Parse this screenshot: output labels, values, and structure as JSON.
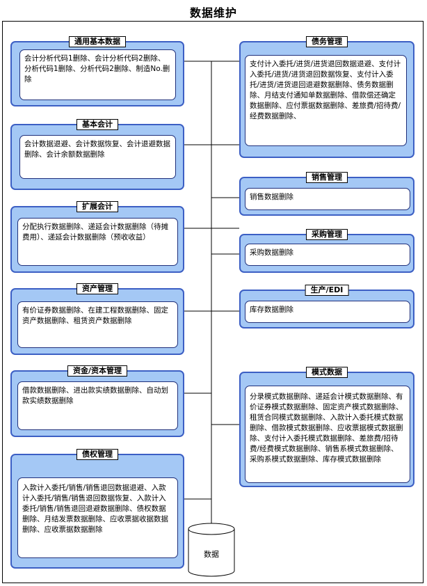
{
  "page": {
    "title": "数据维护"
  },
  "modules": {
    "general": {
      "title": "通用基本数据",
      "text": "会计分析代码1删除、会计分析代码2删除、分析代码1删除、分析代码2删除、制造No.删除"
    },
    "basic_accounting": {
      "title": "基本会计",
      "text": "会计数据退避、会计数据恢复、会计退避数据删除、会计余额数据删除"
    },
    "extended_accounting": {
      "title": "扩展会计",
      "text": "分配执行数据删除、递延会计数据删除（待摊费用）、递延会计数据删除（预收收益）"
    },
    "asset": {
      "title": "资产管理",
      "text": "有价证券数据删除、在建工程数据删除、固定资产数据删除、租赁资产数据删除"
    },
    "fund": {
      "title": "资金/资本管理",
      "text": "借款数据删除、进出款实绩数据删除、自动划款实绩数据删除"
    },
    "claims": {
      "title": "债权管理",
      "text": "入款计入委托/销售/销售退回数据退避、入款计入委托/销售/销售退回数据恢复、入款计入委托/销售/销售退回退避数据删除、债权数据删除、月结发票数据删除、应收票据收据数据删除、应收票据数据删除"
    },
    "debts": {
      "title": "债务管理",
      "text": "支付计入委托/进货/进货退回数据退避、支付计入委托/进货/进货退回数据恢复、支付计入委托/进货/进货退回退避数据删除、债务数据删除、月结支付通知单数据删除、借款偿还确定数据删除、应付票据数据删除、差旅费/招待费/经费数据删除、"
    },
    "sales": {
      "title": "销售管理",
      "text": "销售数据删除"
    },
    "purchase": {
      "title": "采购管理",
      "text": "采购数据删除"
    },
    "production": {
      "title": "生产/EDI",
      "text": "库存数据删除"
    },
    "pattern": {
      "title": "模式数据",
      "text": "分录模式数据删除、递延会计模式数据删除、有价证券模式数据删除、固定资产模式数据删除、租赁合同模式数据删除、入款计入委托模式数据删除、借款模式数据删除、应收票据模式数据删除、支付计入委托模式数据删除、差旅费/招待费/经费模式数据删除、销售系模式数据删除、采购系模式数据删除、库存模式数据删除"
    }
  },
  "database": {
    "label": "数据"
  },
  "colors": {
    "module_fill": "#a4c8f5",
    "module_border": "#3c5fc4",
    "line": "#000000"
  }
}
